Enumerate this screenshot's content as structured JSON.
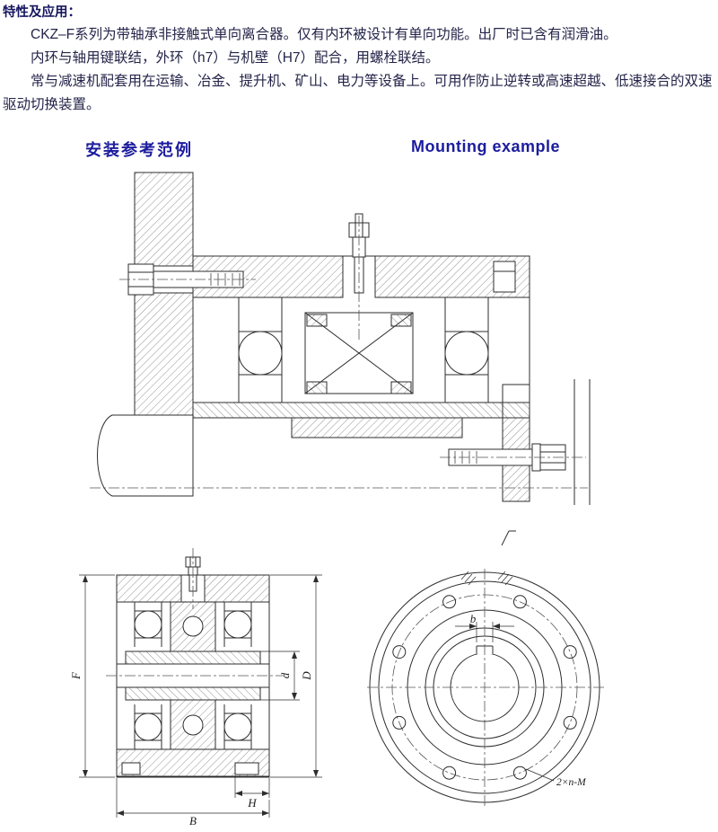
{
  "document": {
    "section_title": "特性及应用：",
    "paragraphs": [
      "CKZ–F系列为带轴承非接触式单向离合器。仅有内环被设计有单向功能。出厂时已含有润滑油。",
      "内环与轴用键联结，外环（h7）与机壁（H7）配合，用螺栓联结。",
      "常与减速机配套用在运输、冶金、提升机、矿山、电力等设备上。可用作防止逆转或高速超越、低速接合的双速驱动切换装置。"
    ],
    "figure_heading_cn": "安装参考范例",
    "figure_heading_en": "Mounting example"
  },
  "figures": {
    "section_view": {
      "dim_F": "F",
      "dim_d": "d",
      "dim_D": "D",
      "dim_H": "H",
      "dim_B": "B"
    },
    "front_view": {
      "dim_b": "b",
      "bolt_note": "2×n-M"
    }
  },
  "colors": {
    "heading_blue": "#1c1c9e",
    "title_navy": "#15155f",
    "body_text": "#24244a",
    "line": "#2d2d2d"
  }
}
